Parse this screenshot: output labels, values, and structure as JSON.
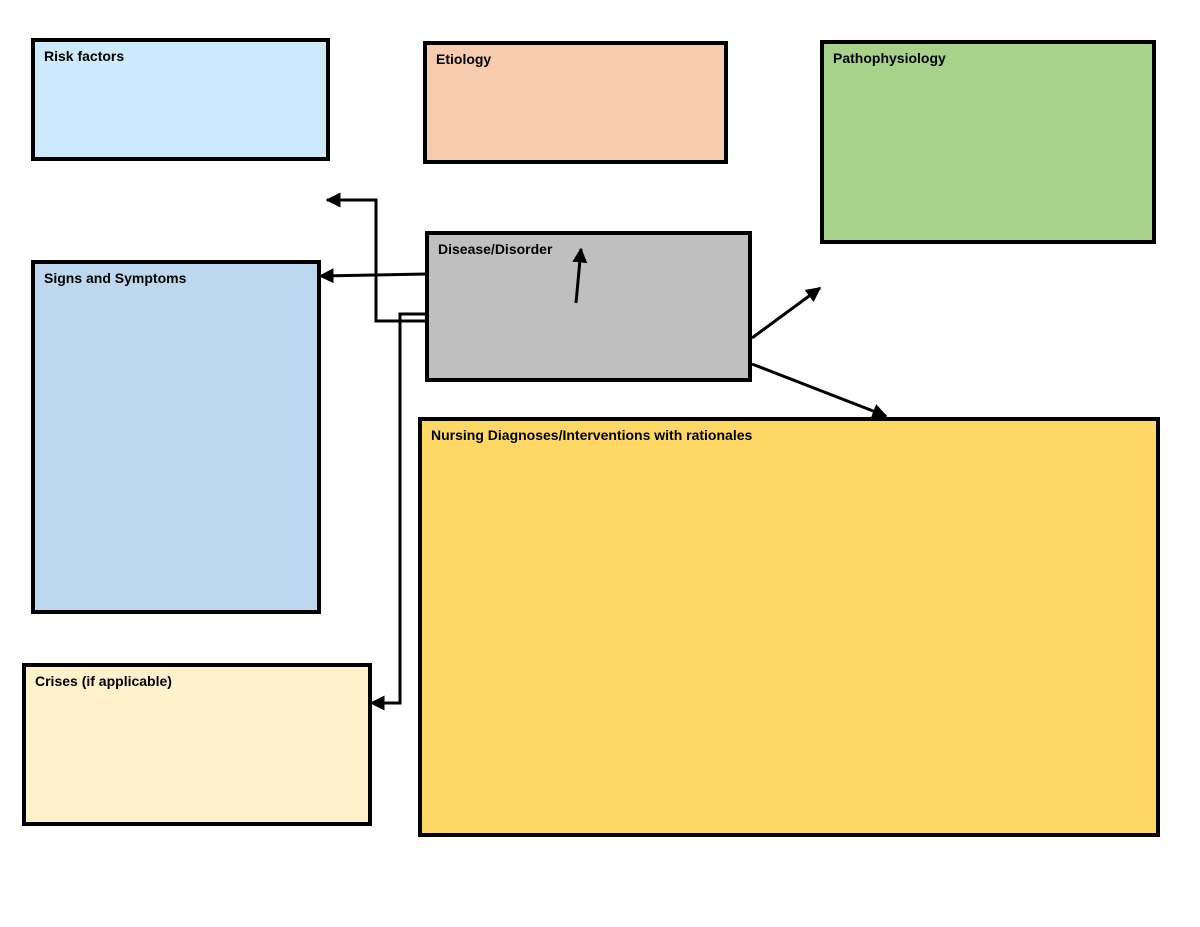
{
  "colors": {
    "risk_factors": "#cdeafc",
    "etiology": "#f7cbae",
    "pathophysiology": "#a8d18c",
    "disease_disorder": "#bfbfbf",
    "signs_symptoms": "#bdd7ee",
    "nursing": "#fdd865",
    "crises": "#fff1cc",
    "border": "#000000"
  },
  "boxes": {
    "risk_factors": "Risk factors",
    "etiology": "Etiology",
    "pathophysiology": "Pathophysiology",
    "disease_disorder": "Disease/Disorder",
    "signs_symptoms": "Signs and Symptoms",
    "nursing": "Nursing Diagnoses/Interventions with rationales",
    "crises": "Crises (if applicable)"
  }
}
